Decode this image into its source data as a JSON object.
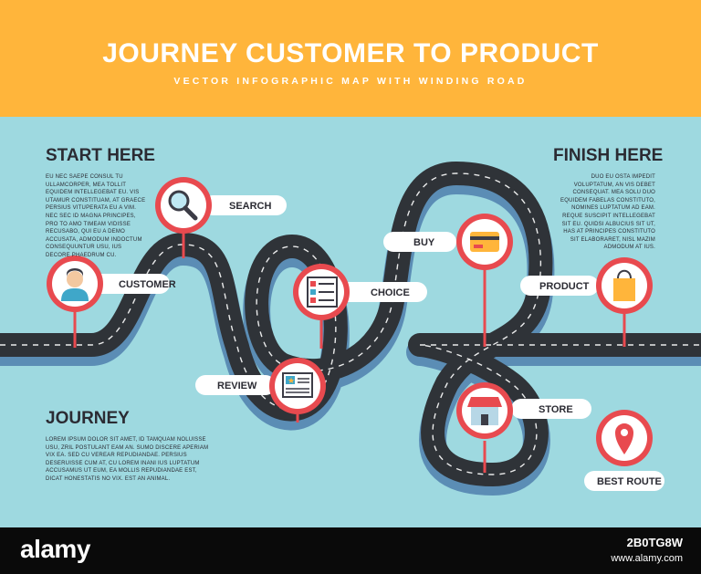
{
  "header": {
    "title": "JOURNEY CUSTOMER TO PRODUCT",
    "subtitle": "VECTOR INFOGRAPHIC MAP WITH WINDING ROAD"
  },
  "start": {
    "heading": "START HERE",
    "text": "EU NEC SAEPE CONSUL TU ULLAMCORPER, MEA TOLLIT EQUIDEM INTELLEGEBAT EU. VIS UTAMUR CONSTITUAM, AT GRAECE PERSIUS VITUPERATA EU A VIM. NEC SEC ID MAGNA PRINCIPES, PRO TO AMO TIMEAM VIDISSE RECUSABO, QUI EU A DEMO ACCUSATA, ADMODUM INDOCTUM CONSEQUUNTUR USU, IUS DECORE PHAEDRUM CU."
  },
  "finish": {
    "heading": "FINISH HERE",
    "text": "DUO EU OSTA IMPEDIT VOLUPTATUM, AN VIS DEBET CONSEQUAT. MEA SOLU DUO EQUIDEM FABELAS CONSTITUTO, NOMINES LUPTATUM AD EAM. REQUE SUSCIPIT INTELLEGEBAT SIT EU. QUIDSI ALBUCIUS SIT UT, HAS AT PRINCIPES CONSTITUTO SIT ELABORARET, NISL MAZIM ADMODUM AT IUS."
  },
  "journey": {
    "heading": "JOURNEY",
    "text": "LOREM IPSUM DOLOR SIT AMET, ID TAMQUAM NOLUISSE USU, ZRIL POSTULANT EAM AN. SUMO DISCERE APERIAM VIX EA. SED CU VEREAR REPUDIANDAE. PERSIUS DESERUISSE CUM AT, CU LOREM INANI IUS LUPTATUM ACCUSAMUS UT EUM, EA MOLLIS REPUDIANDAE EST, DICAT HONESTATIS NO VIX. EST AN ANIMAL."
  },
  "stops": {
    "customer": "CUSTOMER",
    "search": "SEARCH",
    "choice": "CHOICE",
    "buy": "BUY",
    "product": "PRODUCT",
    "review": "REVIEW",
    "store": "STORE",
    "best_route": "BEST ROUTE"
  },
  "footer": {
    "brand": "alamy",
    "image_id": "2B0TG8W",
    "site": "www.alamy.com"
  },
  "colors": {
    "header_bg": "#ffb53b",
    "panel_bg": "#9ed9e0",
    "road": "#2f3338",
    "road_shadow": "#5b8db5",
    "pin": "#e84a4f"
  }
}
